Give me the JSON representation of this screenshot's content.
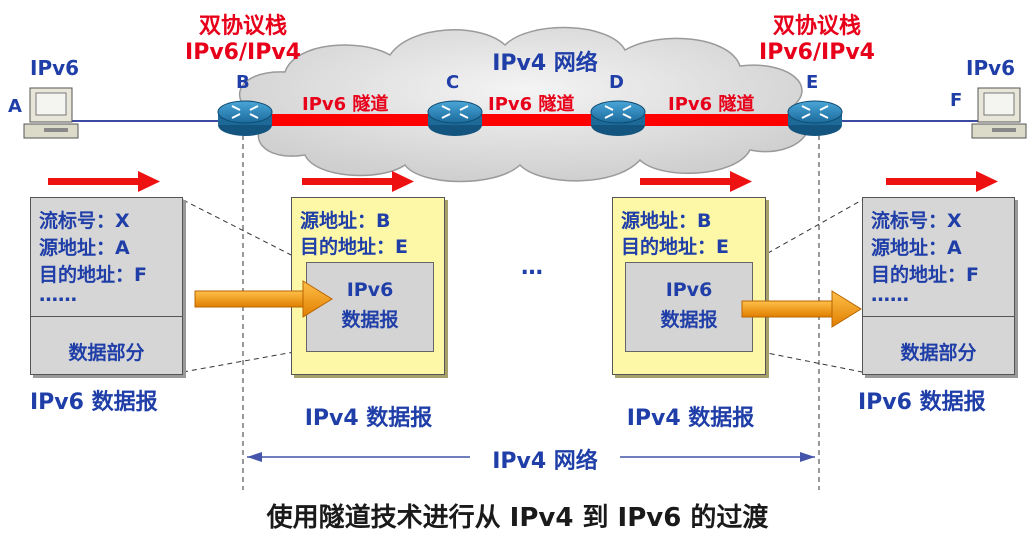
{
  "top_labels": {
    "dual_stack": "双协议栈",
    "dual_stack_proto": "IPv6/IPv4",
    "ipv4_network": "IPv4 网络"
  },
  "hosts": {
    "a_label": "A",
    "a_proto": "IPv6",
    "f_label": "F",
    "f_proto": "IPv6"
  },
  "routers": {
    "b": "B",
    "c": "C",
    "d": "D",
    "e": "E"
  },
  "tunnel_label": "IPv6 隧道",
  "ipv6_datagram": {
    "flow": "流标号：X",
    "src": "源地址：A",
    "dst": "目的地址：F",
    "more": "……",
    "data": "数据部分",
    "caption": "IPv6 数据报"
  },
  "ipv4_datagram": {
    "src": "源地址：B",
    "dst": "目的地址：E",
    "inner_line1": "IPv6",
    "inner_line2": "数据报",
    "caption": "IPv4 数据报"
  },
  "ellipsis": "…",
  "bottom_network": "IPv4 网络",
  "title": "使用隧道技术进行从 IPv4 到 IPv6 的过渡"
}
